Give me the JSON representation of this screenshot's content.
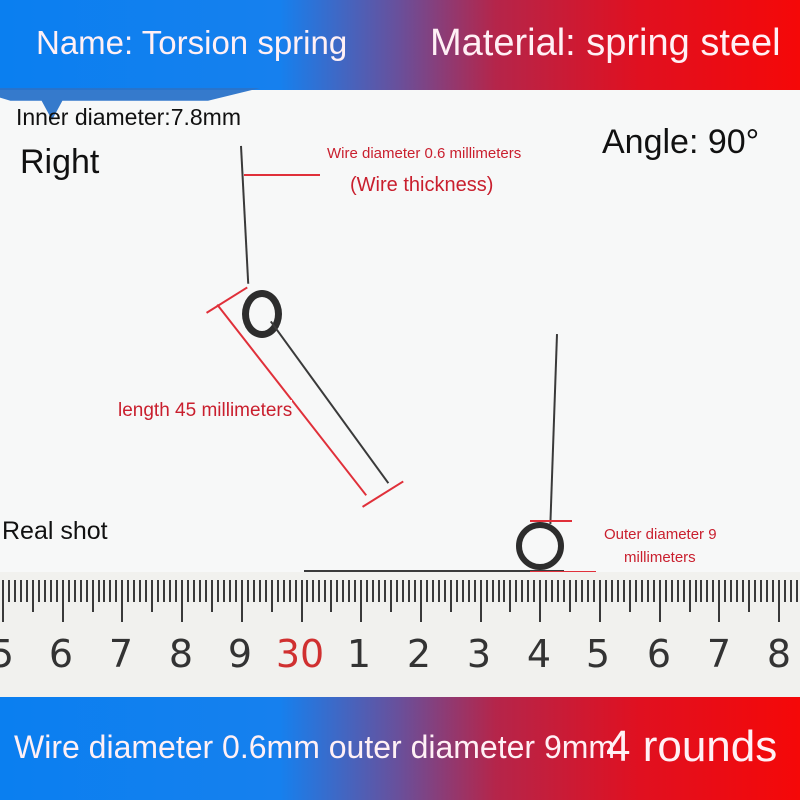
{
  "top_banner": {
    "name": "Name: Torsion spring",
    "material": "Material: spring steel"
  },
  "specs": {
    "inner_diameter": "Inner diameter:7.8mm",
    "direction": "Right",
    "angle": "Angle: 90°",
    "real_shot": "Real shot"
  },
  "annotations": {
    "wire_diameter": "Wire diameter 0.6 millimeters",
    "wire_thickness": "(Wire thickness)",
    "length": "length 45 millimeters",
    "outer_diameter_line1": "Outer diameter 9",
    "outer_diameter_line2": "millimeters"
  },
  "ruler": {
    "labels": [
      "5",
      "6",
      "7",
      "8",
      "9",
      "30",
      "1",
      "2",
      "3",
      "4",
      "5",
      "6",
      "7",
      "8"
    ],
    "highlight_label": "30"
  },
  "bottom_banner": {
    "summary": "Wire diameter 0.6mm outer diameter 9mm",
    "rounds": "4 rounds"
  },
  "colors": {
    "banner_blue": "#0a7ff0",
    "banner_red": "#f50808",
    "annotation_red": "#c91f2e"
  }
}
